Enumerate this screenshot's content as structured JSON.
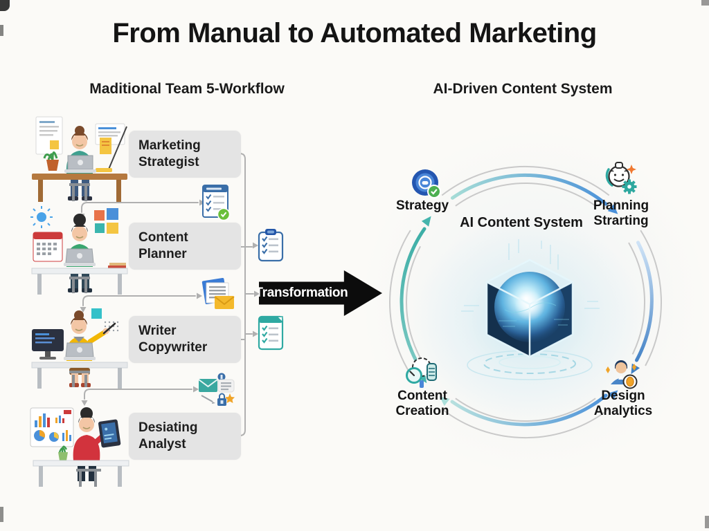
{
  "title": "From Manual to Automated Marketing",
  "left": {
    "heading": "Maditional Team 5-Workflow",
    "roles": [
      {
        "label": "Marketing Strategist",
        "illustration": "woman-teal-shirt-laptop-desk"
      },
      {
        "label": "Content Planner",
        "illustration": "man-green-shirt-laptop-calendar"
      },
      {
        "label": "Writer Copywriter",
        "illustration": "woman-yellow-shirt-writing-desk"
      },
      {
        "label": "Desiating Analyst",
        "illustration": "man-red-shirt-tablet-charts"
      }
    ],
    "icons": [
      "calendar-checklist-icon",
      "documents-envelope-icon",
      "mail-chat-star-icon",
      "blue-clipboard-checklist-icon",
      "teal-clipboard-checklist-icon"
    ]
  },
  "transformation": {
    "label": "Transformation"
  },
  "right": {
    "heading": "AI-Driven Content System",
    "center_label": "AI Content System",
    "nodes": [
      {
        "id": "strategy",
        "label": "Strategy",
        "icon": "target-check-icon"
      },
      {
        "id": "planning",
        "label": "Planning Strarting",
        "icon": "bulb-gear-icon"
      },
      {
        "id": "content-creation",
        "label": "Content Creation",
        "icon": "gauge-tools-icon"
      },
      {
        "id": "design-analytics",
        "label": "Design Analytics",
        "icon": "person-badge-icon"
      }
    ]
  },
  "colors": {
    "teal_arrow": "#45b5ad",
    "blue_arrow": "#4a90d9",
    "transformation_black": "#0c0c0c",
    "label_box_gray": "#e4e4e4",
    "connector_gray": "#b0b0b0"
  }
}
